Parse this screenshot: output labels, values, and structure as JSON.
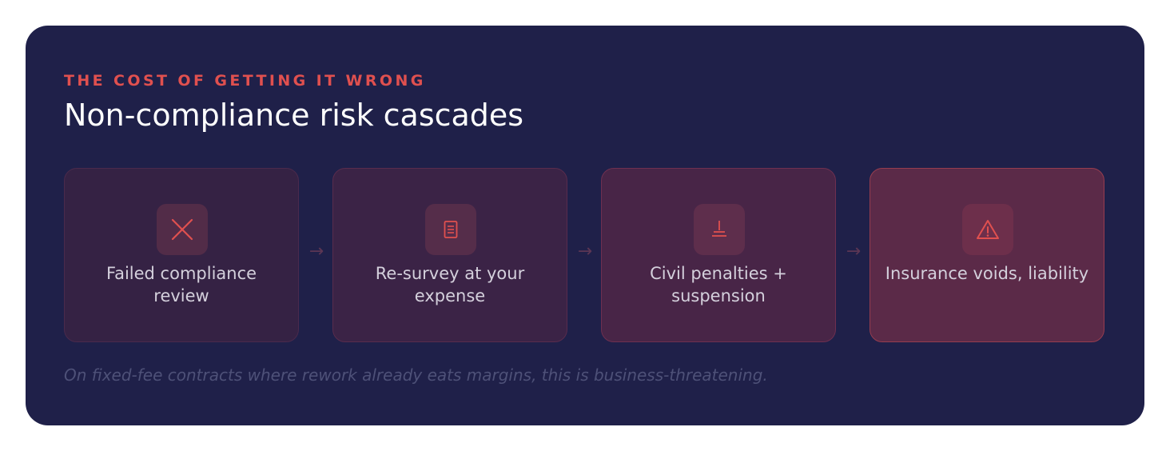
{
  "eyebrow": "THE COST OF GETTING IT WRONG",
  "title": "Non-compliance risk cascades",
  "steps": [
    {
      "icon": "x-icon",
      "label": "Failed compliance review"
    },
    {
      "icon": "document-icon",
      "label": "Re-survey at your expense"
    },
    {
      "icon": "gavel-icon",
      "label": "Civil penalties + suspension"
    },
    {
      "icon": "warning-icon",
      "label": "Insurance voids, liability"
    }
  ],
  "arrow": "→",
  "footnote": "On fixed-fee contracts where rework already eats margins, this is business-threatening.",
  "colors": {
    "panel": "#1f2049",
    "accent": "#e0504f",
    "title": "#ffffff",
    "footnote": "#4e5178"
  }
}
